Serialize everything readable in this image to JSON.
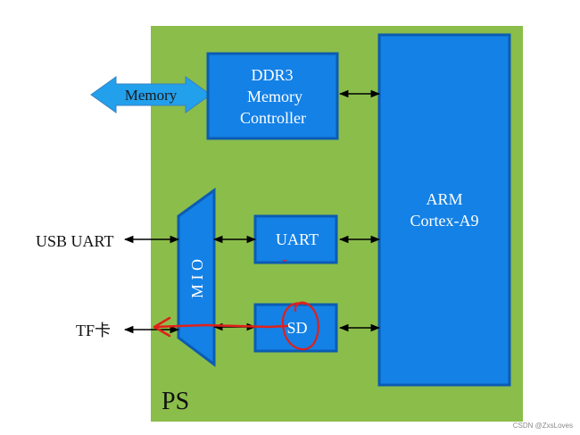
{
  "colors": {
    "panel": "#8bbd4a",
    "block": "#1481e6",
    "block_edge": "#0b5cb2",
    "arrow": "#000000",
    "annotation": "#e0201a",
    "memory_arrow": "#22a0ec"
  },
  "labels": {
    "ps": "PS",
    "memory": "Memory",
    "ddr3_line1": "DDR3",
    "ddr3_line2": "Memory",
    "ddr3_line3": "Controller",
    "arm_line1": "ARM",
    "arm_line2": "Cortex-A9",
    "uart": "UART",
    "sd": "SD",
    "mio": "M I O",
    "usb_uart": "USB UART",
    "tf_card": "TF卡"
  },
  "watermark": "CSDN @ZxsLoves"
}
